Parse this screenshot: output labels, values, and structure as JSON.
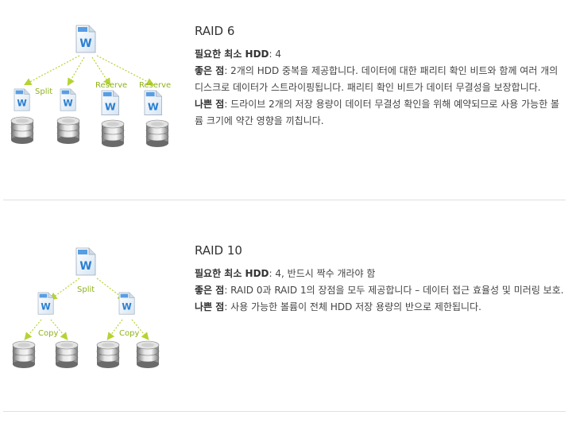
{
  "sections": [
    {
      "title": "RAID 6",
      "req_label": "필요한 최소 HDD",
      "req_value": ": 4",
      "pro_label": "좋은 점",
      "pro_value": ": 2개의 HDD 중복을 제공합니다. 데이터에 대한 패리티 확인 비트와 함께 여러 개의 디스크로 데이터가 스트라이핑됩니다. 패리티 확인 비트가 데이터 무결성을 보장합니다.",
      "con_label": "나쁜 점",
      "con_value": ": 드라이브 2개의 저장 용량이 데이터 무결성 확인을 위해 예약되므로 사용 가능한 볼륨 크기에 약간 영향을 끼칩니다.",
      "diagram_labels": [
        "Split",
        "Reserve",
        "Reserve"
      ]
    },
    {
      "title": "RAID 10",
      "req_label": "필요한 최소 HDD",
      "req_value": ": 4, 반드시 짝수 개라야 함",
      "pro_label": "좋은 점",
      "pro_value": ": RAID 0과 RAID 1의 장점을 모두 제공합니다 – 데이터 접근 효율성 및 미러링 보호.",
      "con_label": "나쁜 점",
      "con_value": ": 사용 가능한 볼륨이 전체 HDD 저장 용량의 반으로 제한됩니다.",
      "diagram_labels": [
        "Split",
        "Copy",
        "Copy"
      ]
    }
  ],
  "colors": {
    "arrow": "#b5d334",
    "label": "#8fb21b",
    "doc_icon": "#2a7fd0"
  },
  "icons": [
    "word-document-icon",
    "hard-disk-stack-icon"
  ]
}
